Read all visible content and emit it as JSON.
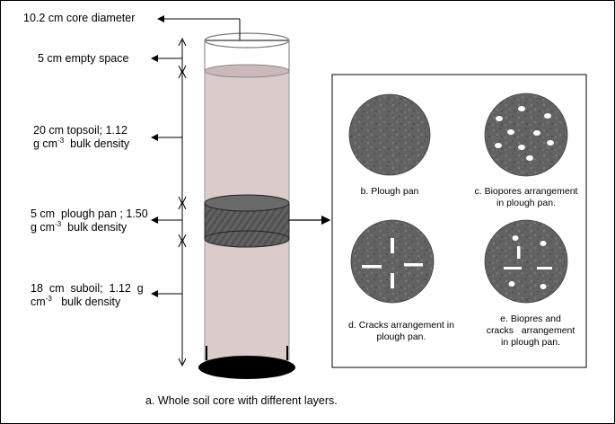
{
  "labels": {
    "core_diameter": "10.2 cm core diameter",
    "empty_space": "5 cm empty space",
    "topsoil_line1": "20  cm  topsoil;  1.12",
    "topsoil_line2_pre": "g cm",
    "topsoil_exp": "-3",
    "topsoil_line2_post": "  bulk density",
    "ploughpan_line1": "5 cm  plough pan ; 1.50",
    "ploughpan_line2_pre": "g cm",
    "ploughpan_exp": "-3",
    "ploughpan_line2_post": "  bulk density",
    "subsoil_line1": "18  cm  suboil;  1.12  g",
    "subsoil_line2_pre": "cm",
    "subsoil_exp": "-3",
    "subsoil_line2_post": "   bulk density"
  },
  "panels": {
    "b": "b. Plough pan",
    "c_line1": "c. Biopores arrangement",
    "c_line2": "in plough pan.",
    "d_line1": "d. Cracks arrangement in",
    "d_line2": "plough pan.",
    "e_line1": "e. Biopres and",
    "e_line2": "cracks   arrangement",
    "e_line3": "in plough pan."
  },
  "caption": "a. Whole soil core with different layers.",
  "colors": {
    "core_fill": "#dccbcb",
    "pan_fill": "#595959",
    "disc_fill": "#5f5f5f",
    "base_fill": "#000000"
  }
}
